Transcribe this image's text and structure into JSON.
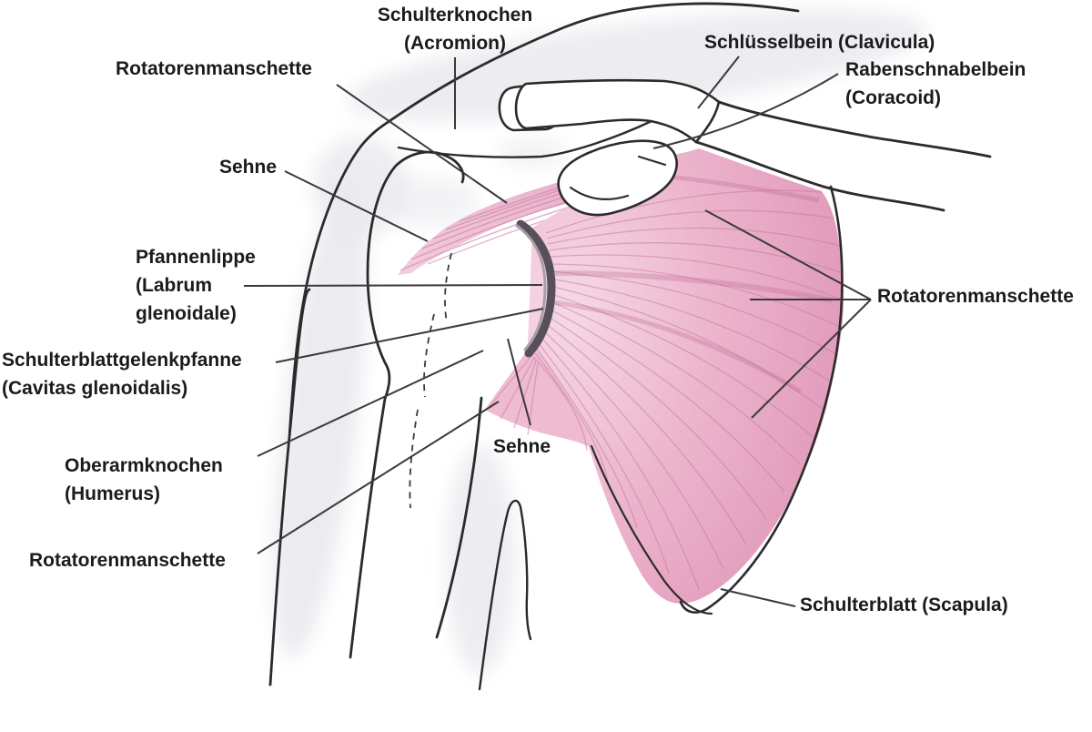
{
  "figure": {
    "type": "anatomical-diagram",
    "subject": "Shoulder joint with rotator cuff (German labels)",
    "background": "#ffffff",
    "outline_color": "#2b2b2b",
    "leader_color": "#3a3a3a",
    "muscle_base": "#e9aac4",
    "muscle_light": "#f6d9e6",
    "muscle_deep": "#dd92b4",
    "muscle_fiber": "#c4779f",
    "labrum_color": "#57505a",
    "shading": "#e9e9ee",
    "text_color": "#1b1b1b"
  },
  "labels": {
    "schulterknochen": {
      "text": "Schulterknochen\n(Acromion)"
    },
    "rotatorenmanschette_top": {
      "text": "Rotatorenmanschette"
    },
    "sehne_links": {
      "text": "Sehne"
    },
    "schluesselbein": {
      "text": "Schlüsselbein (Clavicula)"
    },
    "rabenschnabelbein": {
      "text": "Rabenschnabelbein\n(Coracoid)"
    },
    "pfannenlippe": {
      "text": "Pfannenlippe\n(Labrum\nglenoidale)"
    },
    "gelenkpfanne": {
      "text": "Schulterblattgelenkpfanne\n(Cavitas glenoidalis)"
    },
    "oberarmknochen": {
      "text": "Oberarmknochen\n(Humerus)"
    },
    "rotatorenmanschette_unten": {
      "text": "Rotatorenmanschette"
    },
    "sehne_mitte": {
      "text": "Sehne"
    },
    "rotatorenmanschette_rechts": {
      "text": "Rotatorenmanschette"
    },
    "schulterblatt": {
      "text": "Schulterblatt (Scapula)"
    }
  }
}
